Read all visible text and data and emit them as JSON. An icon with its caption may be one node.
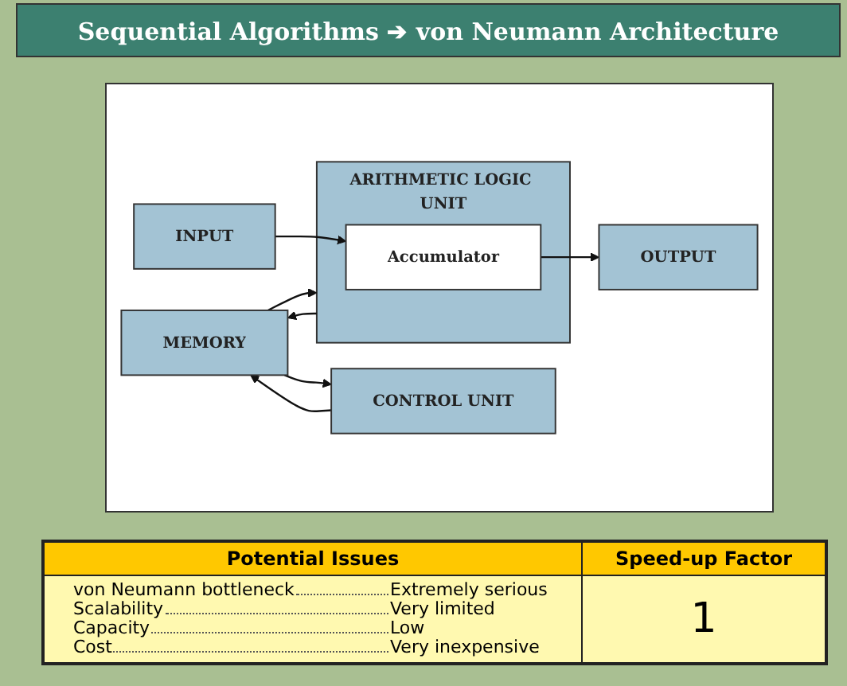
{
  "diagram": {
    "title": "Sequential Algorithms ➔ von Neumann Architecture",
    "nodes": [
      {
        "text": [
          "MEMORY"
        ]
      },
      {
        "text": [
          "CONTROL UNIT"
        ]
      },
      {
        "text": [
          "ARITHMETIC LOGIC UNIT"
        ]
      },
      {
        "text": [
          "Accumulator"
        ],
        "in": 2
      },
      {
        "text": [
          "INPUT"
        ]
      },
      {
        "text": [
          "OUTPUT"
        ]
      }
    ],
    "edges": [
      {
        "from": 1,
        "to": 0,
        "arrow": "to"
      },
      {
        "from": 0,
        "to": 1,
        "arrow": "to"
      },
      {
        "from": 2,
        "to": 0,
        "arrow": "to"
      },
      {
        "from": 0,
        "to": 2,
        "arrow": "to"
      },
      {
        "from": 4,
        "to": 3,
        "arrow": "to"
      },
      {
        "from": 3,
        "to": 5,
        "arrow": "to"
      }
    ],
    "labels": [
      "Potential Issues",
      "Speed-up Factor",
      "von Neumann bottleneck",
      "Extremely serious",
      "Scalability",
      "Very limited",
      "Capacity",
      "Low",
      "Cost",
      "Very inexpensive",
      "1"
    ]
  }
}
